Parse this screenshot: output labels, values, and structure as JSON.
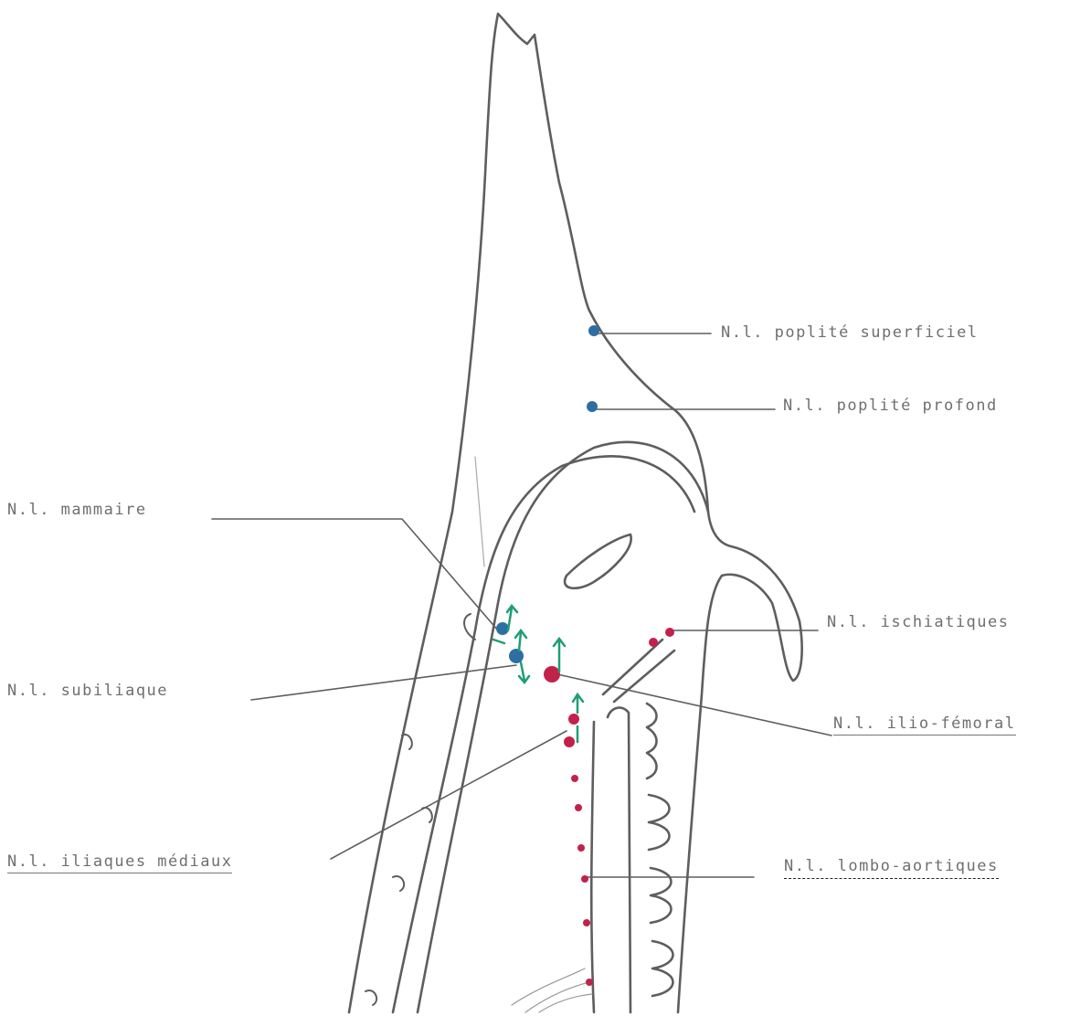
{
  "labels": {
    "poplite_superficiel": "N.l. poplité superficiel",
    "poplite_profond": "N.l. poplité profond",
    "mammaire": "N.l. mammaire",
    "ischiatiques": "N.l. ischiatiques",
    "subiliaque": "N.l. subiliaque",
    "ilio_femoral": "N.l. ilio-fémoral",
    "iliaques_mediaux": "N.l. iliaques médiaux",
    "lombo_aortiques": "N.l. lombo-aortiques"
  },
  "colors": {
    "outline": "#5e5e5e",
    "blue_node": "#2d6fa3",
    "red_node": "#c2224a",
    "green_arrow": "#1f9e73",
    "label_text": "#6f6f6f"
  }
}
